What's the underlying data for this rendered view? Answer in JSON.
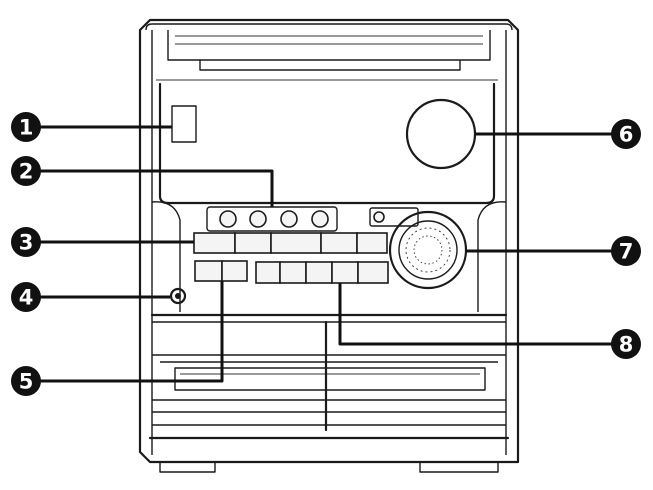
{
  "callouts": [
    {
      "number": "1",
      "target": "sensor-window"
    },
    {
      "number": "2",
      "target": "disc-tray-buttons"
    },
    {
      "number": "3",
      "target": "function-button-row"
    },
    {
      "number": "4",
      "target": "headphone-jack"
    },
    {
      "number": "5",
      "target": "left-button-group"
    },
    {
      "number": "6",
      "target": "volume-knob"
    },
    {
      "number": "7",
      "target": "jog-dial"
    },
    {
      "number": "8",
      "target": "lower-button-row"
    }
  ],
  "colors": {
    "line": "#1a1a1a",
    "badge": "#111111",
    "badge_text": "#ffffff",
    "background": "#ffffff"
  }
}
